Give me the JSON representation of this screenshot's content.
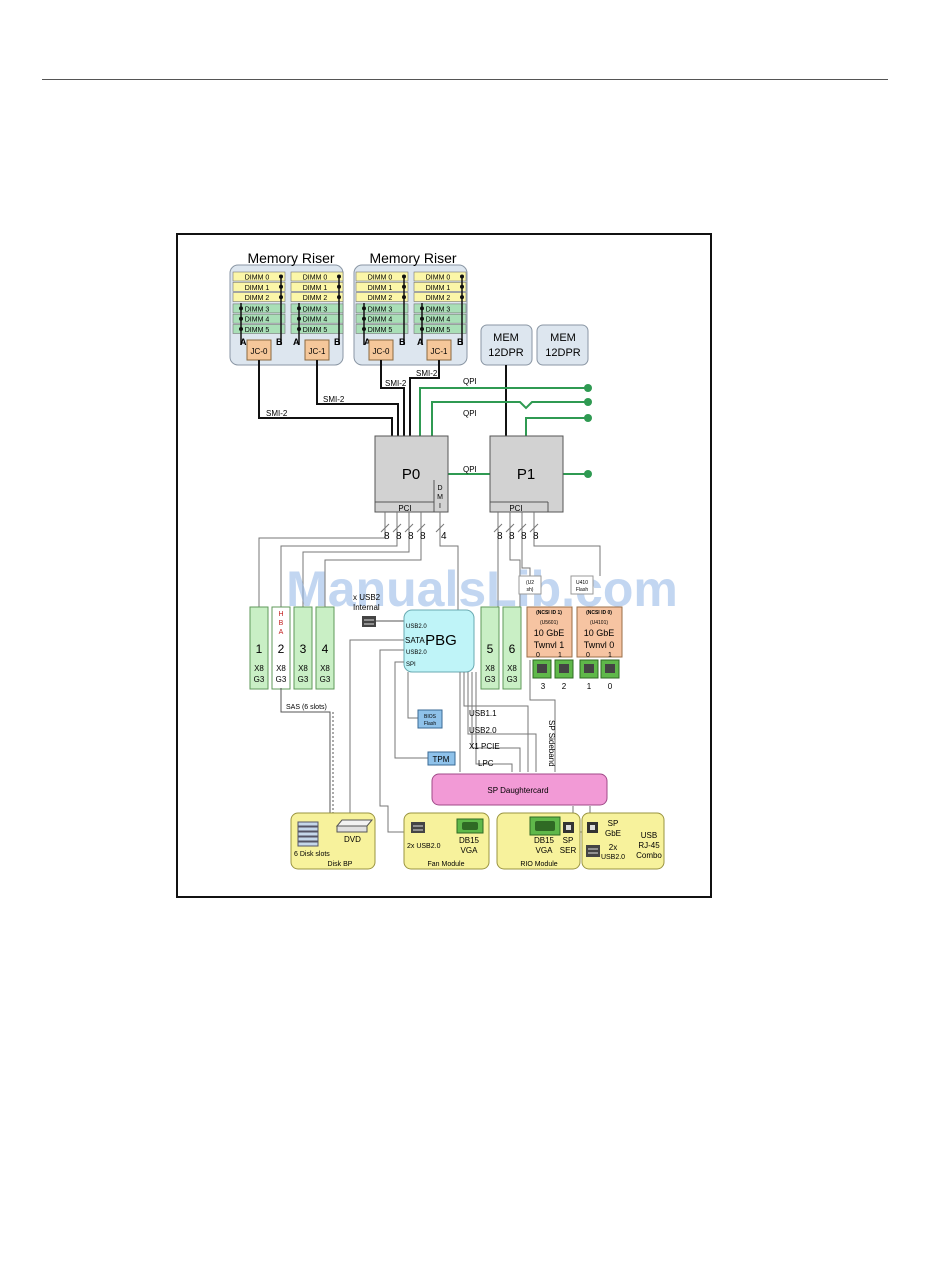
{
  "watermark": "ManualsLib.com",
  "memory_risers": [
    {
      "title": "Memory Riser",
      "left_dimms": [
        "DIMM 0",
        "DIMM 1",
        "DIMM 2",
        "DIMM 3",
        "DIMM 4",
        "DIMM 5"
      ],
      "right_dimms": [
        "DIMM 0",
        "DIMM 1",
        "DIMM 2",
        "DIMM 3",
        "DIMM 4",
        "DIMM 5"
      ],
      "channel_a": "A",
      "channel_b": "B",
      "jc0": "JC-0",
      "jc1": "JC-1"
    },
    {
      "title": "Memory Riser",
      "left_dimms": [
        "DIMM 0",
        "DIMM 1",
        "DIMM 2",
        "DIMM 3",
        "DIMM 4",
        "DIMM 5"
      ],
      "right_dimms": [
        "DIMM 0",
        "DIMM 1",
        "DIMM 2",
        "DIMM 3",
        "DIMM 4",
        "DIMM 5"
      ],
      "channel_a": "A",
      "channel_b": "B",
      "jc0": "JC-0",
      "jc1": "JC-1"
    }
  ],
  "mem_boxes": [
    {
      "line1": "MEM",
      "line2": "12DPR"
    },
    {
      "line1": "MEM",
      "line2": "12DPR"
    }
  ],
  "smi_labels": [
    "SMI-2",
    "SMI-2",
    "SMI-2",
    "SMI-2"
  ],
  "qpi_labels": [
    "QPI",
    "QPI",
    "QPI"
  ],
  "cpus": [
    {
      "name": "P0",
      "pci": "PCI",
      "dmi": [
        "D",
        "M",
        "I"
      ]
    },
    {
      "name": "P1",
      "pci": "PCI"
    }
  ],
  "lane_labels_p0": [
    "8",
    "8",
    "8",
    "8",
    "4"
  ],
  "lane_labels_p1": [
    "8",
    "8",
    "8",
    "8"
  ],
  "slots": [
    {
      "num": "1",
      "info1": "X8",
      "info2": "G3"
    },
    {
      "num": "2",
      "info1": "X8",
      "info2": "G3",
      "hba": [
        "H",
        "B",
        "A"
      ]
    },
    {
      "num": "3",
      "info1": "X8",
      "info2": "G3"
    },
    {
      "num": "4",
      "info1": "X8",
      "info2": "G3"
    },
    {
      "num": "5",
      "info1": "X8",
      "info2": "G3"
    },
    {
      "num": "6",
      "info1": "X8",
      "info2": "G3"
    }
  ],
  "pbg": {
    "name": "PBG",
    "usb_top": "USB2.0",
    "sata": "SATA",
    "usb_mid": "USB2.0",
    "spi": "SPI"
  },
  "internal_usb": {
    "line1": "x USB2",
    "line2": "Internal"
  },
  "nics": [
    {
      "id": "(NCSI ID 1)",
      "part": "(U5601)",
      "speed": "10 GbE",
      "name": "Twnvl 1",
      "p0": "0",
      "p1": "1",
      "jack_a": "3",
      "jack_b": "2",
      "flash": [
        "(U2",
        "sh)"
      ]
    },
    {
      "id": "(NCSI ID 0)",
      "part": "(U4101)",
      "speed": "10 GbE",
      "name": "Twnvl 0",
      "p0": "0",
      "p1": "1",
      "jack_a": "1",
      "jack_b": "0",
      "flash": [
        "U410",
        "Flash"
      ]
    }
  ],
  "sas_label": "SAS (6 slots)",
  "bios_flash": {
    "line1": "BIOS",
    "line2": "Flash"
  },
  "tpm": "TPM",
  "bus_labels": {
    "usb11": "USB1.1",
    "usb20": "USB2.0",
    "x1pcie": "X1 PCIE",
    "lpc": "LPC",
    "sideband": "SP Sideband"
  },
  "sp_daughtercard": "SP Daughtercard",
  "disk_bp": {
    "disks": "6 Disk slots",
    "dvd": "DVD",
    "label": "Disk BP"
  },
  "fan_module": {
    "usb": "2x USB2.0",
    "db15": "DB15",
    "vga": "VGA",
    "label": "Fan Module"
  },
  "rio_module": {
    "db15": "DB15",
    "vga": "VGA",
    "sp": "SP",
    "ser": "SER",
    "label": "RIO Module"
  },
  "rear_combo": {
    "sp": "SP",
    "gbe": "GbE",
    "x2": "2x",
    "usb20": "USB2.0",
    "usb": "USB",
    "rj45": "RJ-45",
    "combo": "Combo"
  },
  "colors": {
    "riser_bg": "#dde6ef",
    "dimm_yellow": "#fbf6a8",
    "dimm_green": "#a9dfb7",
    "jc_orange": "#f5c79a",
    "cpu_gray": "#d2d2d2",
    "slot_green": "#c9efc5",
    "pbg_cyan": "#bff4f8",
    "nic_orange": "#f6c4a2",
    "pink": "#f29ad6",
    "module_yellow": "#f7f29c",
    "qpi_green": "#2f9a52",
    "bios_blue": "#8fc2ea"
  }
}
